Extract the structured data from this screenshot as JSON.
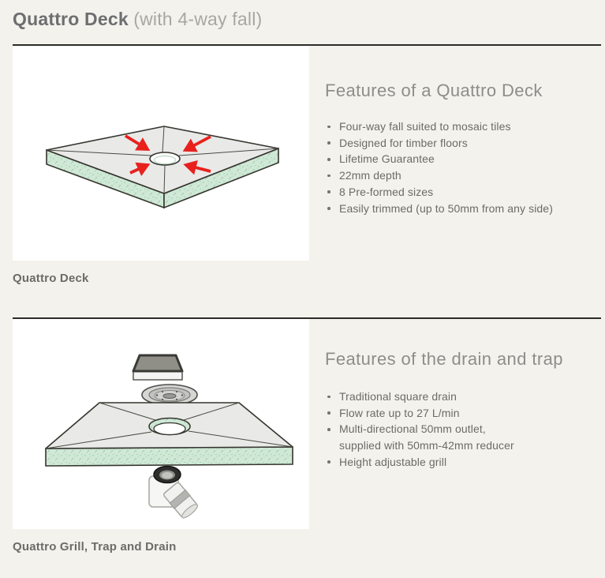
{
  "page": {
    "title_bold": "Quattro Deck",
    "title_light": "(with 4-way fall)"
  },
  "sections": [
    {
      "heading": "Features of a Quattro Deck",
      "caption": "Quattro Deck",
      "illustration": "quattro-deck-four-way-fall-diagram",
      "bullets": [
        "Four-way fall suited to mosaic tiles",
        "Designed for timber floors",
        "Lifetime Guarantee",
        "22mm depth",
        "8 Pre-formed sizes",
        "Easily trimmed (up to 50mm from any side)"
      ]
    },
    {
      "heading": "Features of the drain and trap",
      "caption": "Quattro Grill, Trap and Drain",
      "illustration": "quattro-grill-trap-drain-exploded-diagram",
      "bullets": [
        "Traditional square drain",
        "Flow rate up to 27 L/min",
        "Multi-directional 50mm outlet,\nsupplied with 50mm-42mm reducer",
        "Height adjustable grill"
      ]
    }
  ],
  "colors": {
    "background": "#f4f2ec",
    "figure_background": "#ffffff",
    "rule": "#2b2b28",
    "title_bold": "#6d6e71",
    "title_light": "#a7a7a3",
    "heading": "#8d8d8b",
    "body_text": "#6b6b68",
    "arrow_red": "#e8211d",
    "foam_green": "#cfe9d6",
    "deck_grey": "#e9e9e7"
  }
}
